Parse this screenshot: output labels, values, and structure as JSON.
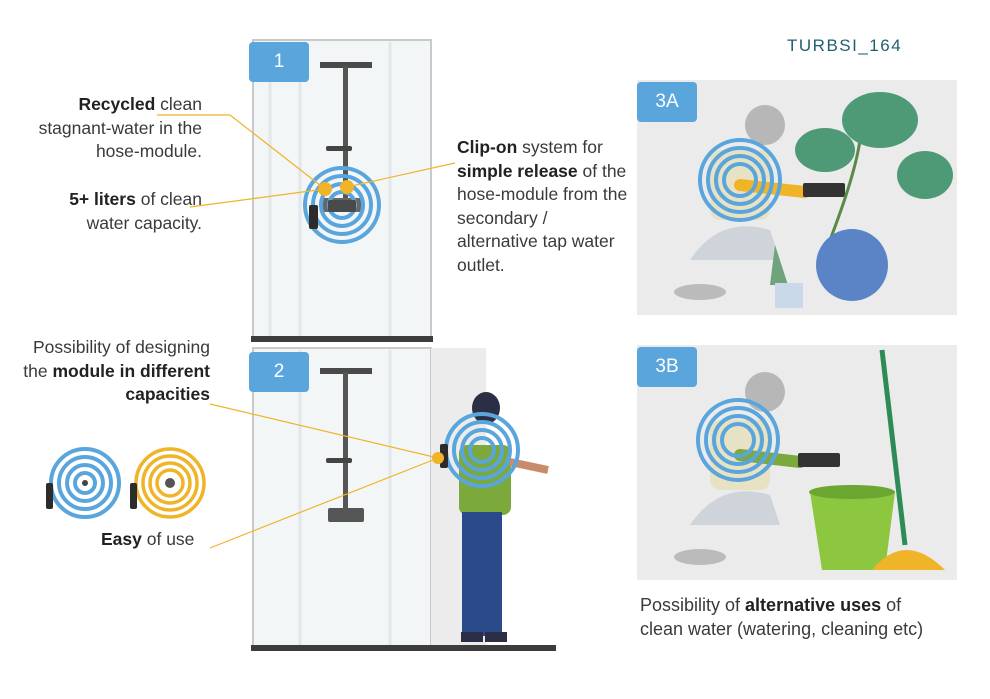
{
  "code": "TURBSI_164",
  "badges": {
    "b1": "1",
    "b2": "2",
    "b3a": "3A",
    "b3b": "3B"
  },
  "callouts": {
    "recycled": {
      "bold": "Recycled",
      "rest": " clean stagnant-water in the hose-module."
    },
    "liters": {
      "bold": "5+ liters",
      "rest": " of clean water capacity."
    },
    "clip": {
      "bold1": "Clip-on",
      "mid": " system for ",
      "bold2": "simple release",
      "rest": " of the hose-module from the secondary / alternative tap water outlet."
    },
    "capacities": {
      "lead": "Possibility of designing the ",
      "bold": "module in different capacities"
    },
    "easy": {
      "bold": "Easy",
      "rest": " of use"
    },
    "alt": {
      "lead": "Possibility of ",
      "bold": "alternative uses",
      "rest": " of clean water (watering, cleaning etc)"
    }
  },
  "colors": {
    "accent_blue": "#5aa5dc",
    "leader_yellow": "#f0b429",
    "panel_grey": "#ebebeb",
    "code_teal": "#1f5f6e"
  },
  "icons": [
    "shower-icon",
    "hose-coil-icon",
    "person-icon",
    "plant-icon",
    "bucket-icon",
    "mop-icon"
  ]
}
